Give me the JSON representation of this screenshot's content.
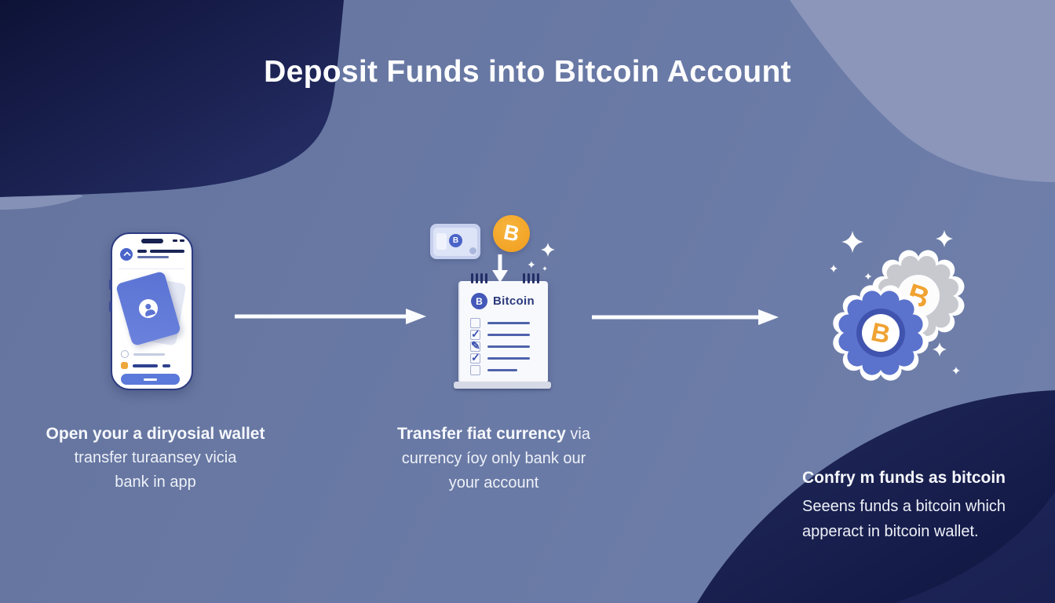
{
  "title": "Deposit Funds into Bitcoin Account",
  "steps": [
    {
      "bold": "Open your a diryosial wallet",
      "lines": [
        "transfer turaansey vicia",
        "bank in app"
      ]
    },
    {
      "bold": "Transfer fiat currency",
      "bold_suffix": "via",
      "lines": [
        "currency íoy only bank our",
        "your account"
      ]
    },
    {
      "bold": "Confry m funds as bitcoin",
      "lines": [
        "Seeens funds a bitcoin which",
        "apperact in bitcoin wallet."
      ]
    }
  ],
  "notepad": {
    "label": "Bitcoin",
    "coin_letter": "B",
    "rows": [
      {
        "glyph": ""
      },
      {
        "glyph": "✓"
      },
      {
        "glyph": "✎"
      },
      {
        "glyph": "✓"
      },
      {
        "glyph": ""
      }
    ]
  },
  "symbols": {
    "coin_letter": "B"
  },
  "colors": {
    "bitcoin_orange": "#F0A222",
    "coin_blue": "#5B73CC",
    "navy": "#131A45",
    "periwinkle": "#6979A4",
    "light_blob": "#8B96BA",
    "white": "#FFFFFF"
  }
}
